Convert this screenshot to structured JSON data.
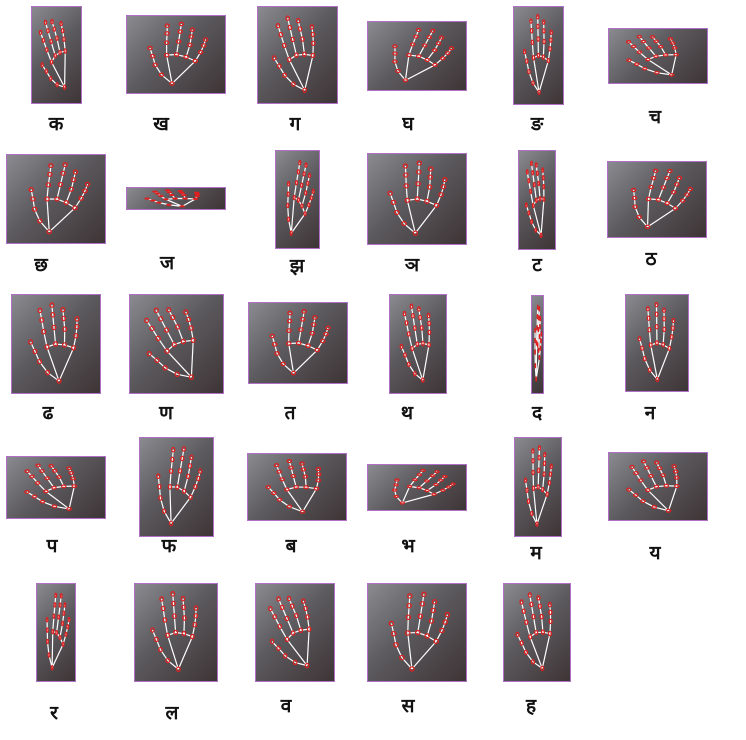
{
  "letters": [
    "क",
    "ख",
    "ग",
    "घ",
    "ङ",
    "च",
    "छ",
    "ज",
    "झ",
    "ञ",
    "ट",
    "ठ",
    "ढ",
    "ण",
    "त",
    "थ",
    "द",
    "न",
    "प",
    "फ",
    "ब",
    "भ",
    "म",
    "य",
    "र",
    "ल",
    "व",
    "स",
    "ह"
  ],
  "colors": {
    "border": "#b070c8",
    "skeleton_line": "#ffffff",
    "landmark": "#e02020",
    "label": "#111111"
  },
  "icon": "hand-landmark-image"
}
